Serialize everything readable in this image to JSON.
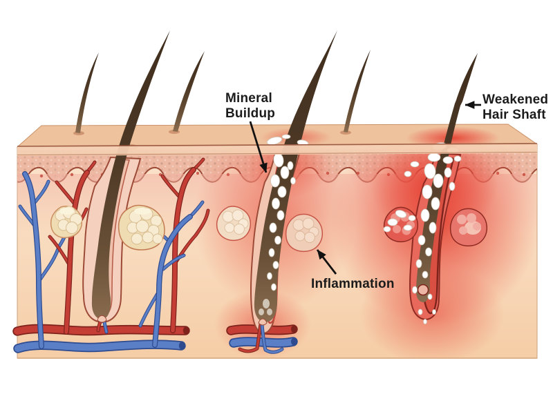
{
  "illustration": {
    "description": "skin cross-section with three hair follicles",
    "labels": {
      "mineral_buildup_line1": "Mineral",
      "mineral_buildup_line2": "Buildup",
      "inflammation": "Inflammation",
      "weakened_line1": "Weakened",
      "weakened_line2": "Hair Shaft"
    },
    "colors": {
      "skin_top": "#eec29d",
      "dermis_light": "#fae2cb",
      "dermis_deep": "#f5cda6",
      "epidermis": "#edb9a3",
      "corneum": "#f4cfb2",
      "outline": "#9d4a37",
      "under_epi": "#f2b4a4",
      "follicle_wall": "#f5d0bf",
      "follicle_canal": "#eec0ab",
      "follicle_wall_mid": "#f3c6b2",
      "follicle_wall_red": "#e8685c",
      "follicle_lining_red": "#c2473b",
      "sebaceous": "#f0dcb2",
      "sebaceous_lobe": "#f7ecd2",
      "sebaceous_outline": "#c98f62",
      "gland_red": "#e25a50",
      "gland_pink": "#f0cdb6",
      "artery": "#c53e36",
      "artery_dark": "#7e231c",
      "vein": "#5b7fc7",
      "vein_dark": "#2e4b8f",
      "inflammation": "#e8473a",
      "mineral": "#ffffff",
      "label": "#1b1b1b",
      "arrow": "#111111"
    }
  }
}
